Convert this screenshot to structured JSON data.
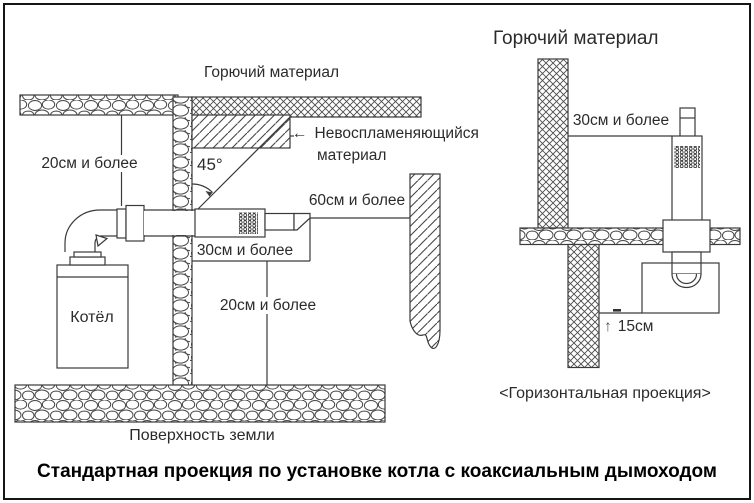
{
  "colors": {
    "ink": "#3a3a3a",
    "background": "#ffffff"
  },
  "title": "Стандартная проекция по установке котла с коаксиальным дымоходом",
  "left_diagram": {
    "combustible_label": "Горючий материал",
    "nonflammable_arrow": "←",
    "nonflammable_label_line1": "Невоспламеняющийся",
    "nonflammable_label_line2": "материал",
    "angle_label": "45°",
    "top_clearance": "20см и более",
    "front_clearance": "60см и более",
    "side_clearance": "30см и более",
    "bottom_clearance": "20см и более",
    "boiler_label": "Котёл",
    "ground_label": "Поверхность земли"
  },
  "right_diagram": {
    "combustible_label": "Горючий материал",
    "side_clearance": "30см и более",
    "below_arrow": "↑",
    "below_clearance": "15см",
    "caption": "<Горизонтальная проекция>"
  }
}
